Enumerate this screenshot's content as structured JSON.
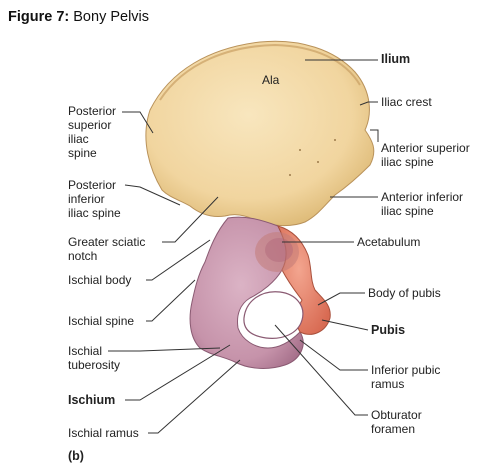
{
  "figure": {
    "caption_prefix": "Figure 7:",
    "caption_text": " Bony Pelvis",
    "panel_tag": "(b)"
  },
  "labels": {
    "ala": "Ala",
    "ilium": "Ilium",
    "iliac_crest": "Iliac crest",
    "anterior_superior_iliac_spine": "Anterior superior\niliac spine",
    "anterior_inferior_iliac_spine": "Anterior inferior\niliac spine",
    "acetabulum": "Acetabulum",
    "body_of_pubis": "Body of pubis",
    "pubis": "Pubis",
    "inferior_pubic_ramus": "Inferior pubic\nramus",
    "obturator_foramen": "Obturator\nforamen",
    "posterior_superior_iliac_spine": "Posterior\nsuperior\niliac\nspine",
    "posterior_inferior_iliac_spine": "Posterior\ninferior\niliac spine",
    "greater_sciatic_notch": "Greater sciatic\nnotch",
    "ischial_body": "Ischial body",
    "ischial_spine": "Ischial spine",
    "ischial_tuberosity": "Ischial\ntuberosity",
    "ischium": "Ischium",
    "ischial_ramus": "Ischial ramus"
  },
  "colors": {
    "ilium": "#f3d9a4",
    "ilium_shade": "#e2bf7c",
    "ischium": "#c99ab0",
    "ischium_shade": "#a8738e",
    "pubis": "#ea8c72",
    "pubis_shade": "#d56a52",
    "leader": "#333333"
  }
}
